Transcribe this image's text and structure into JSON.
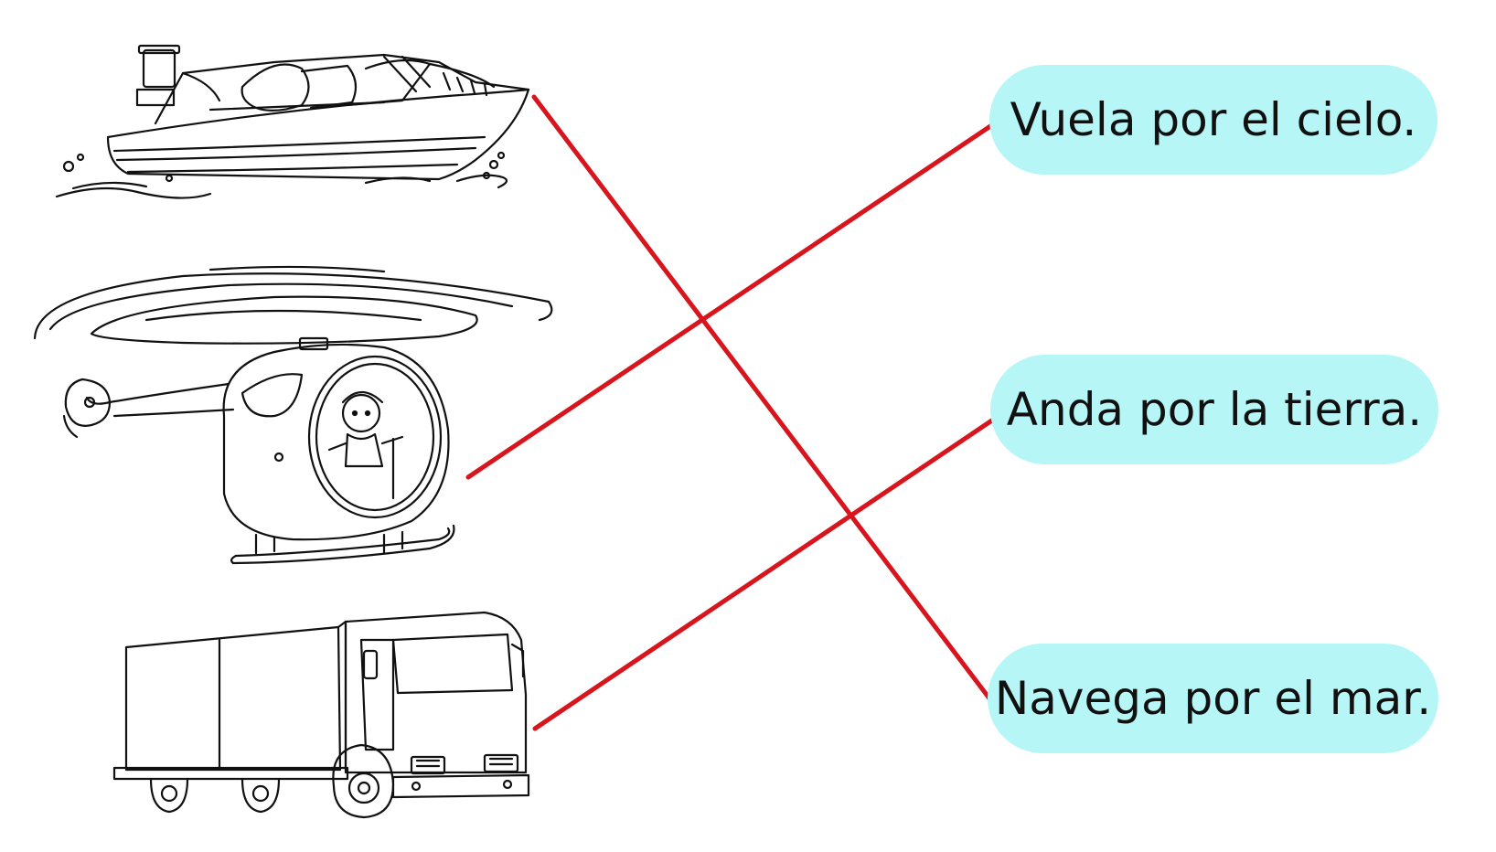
{
  "vehicles": [
    {
      "id": "boat",
      "icon": "speedboat-icon"
    },
    {
      "id": "helicopter",
      "icon": "helicopter-icon"
    },
    {
      "id": "truck",
      "icon": "truck-icon"
    }
  ],
  "phrases": [
    {
      "text": "Vuela por el cielo."
    },
    {
      "text": "Anda por la tierra."
    },
    {
      "text": "Navega por el mar."
    }
  ],
  "matches": [
    {
      "vehicle": "boat",
      "phrase": "Navega por el mar."
    },
    {
      "vehicle": "helicopter",
      "phrase": "Vuela por el cielo."
    },
    {
      "vehicle": "truck",
      "phrase": "Anda por la tierra."
    }
  ],
  "colors": {
    "connector": "#d8141c",
    "bubble": "#b7f6f6",
    "ink": "#111111"
  }
}
